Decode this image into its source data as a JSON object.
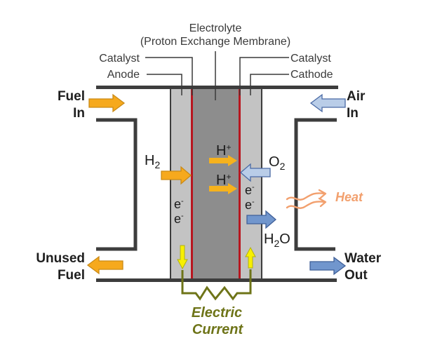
{
  "colors": {
    "background": "#ffffff",
    "housing": "#3d3d3d",
    "electrode": "#c3c3c3",
    "membrane": "#8d8d8d",
    "catalyst": "#b8161f",
    "fuel_arrow": "#f6a91d",
    "air_arrow": "#b9cde8",
    "water_arrow": "#7196cd",
    "electron_arrow": "#f8f000",
    "heat": "#f2a06e",
    "current": "#6e7418"
  },
  "labels": {
    "electrolyte": "Electrolyte",
    "membrane": "(Proton Exchange Membrane)",
    "anode_catalyst": "Catalyst",
    "anode": "Anode",
    "cathode_catalyst": "Catalyst",
    "cathode": "Cathode"
  },
  "flows": {
    "fuel_in": [
      "Fuel",
      "In"
    ],
    "air_in": [
      "Air",
      "In"
    ],
    "unused_fuel": [
      "Unused",
      "Fuel"
    ],
    "water_out": [
      "Water",
      "Out"
    ]
  },
  "species": {
    "hydrogen": {
      "base": "H",
      "sub": "2"
    },
    "oxygen": {
      "base": "O",
      "sub": "2"
    },
    "water": {
      "base": "H",
      "sub": "2",
      "tail": "O"
    },
    "membrane_ions": [
      {
        "base": "H",
        "sup": "+"
      },
      {
        "base": "H",
        "sup": "+"
      }
    ],
    "anode_electrons": [
      {
        "base": "e",
        "sup": "-"
      },
      {
        "base": "e",
        "sup": "-"
      }
    ],
    "cathode_electrons": [
      {
        "base": "e",
        "sup": "-"
      },
      {
        "base": "e",
        "sup": "-"
      }
    ]
  },
  "heat": "Heat",
  "current": [
    "Electric",
    "Current"
  ]
}
